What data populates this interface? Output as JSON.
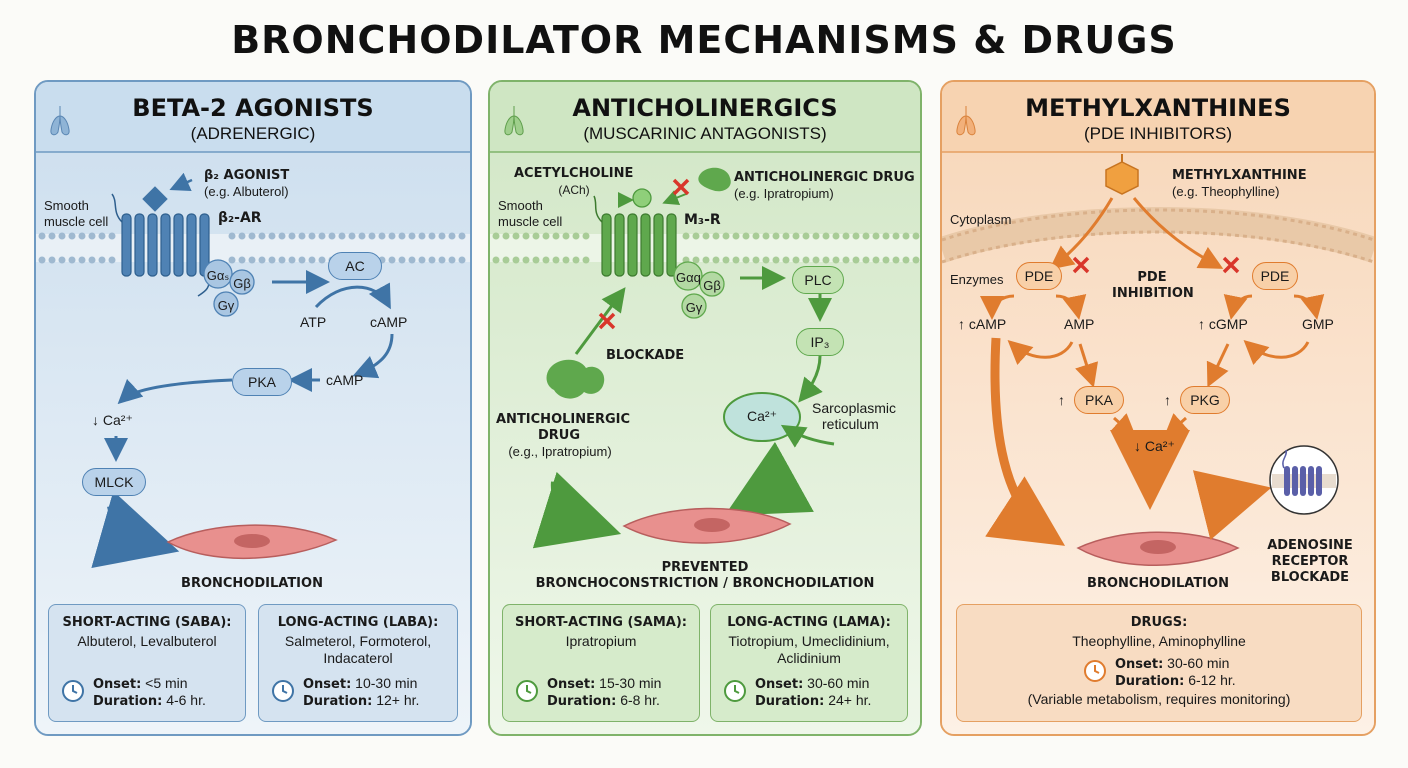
{
  "title": "BRONCHODILATOR MECHANISMS & DRUGS",
  "colors": {
    "blue": "#4a7ead",
    "green": "#5a9e4a",
    "orange": "#e08a3c",
    "red": "#d9362b"
  },
  "panels": {
    "beta": {
      "title": "BETA-2 AGONISTS",
      "subtitle": "(ADRENERGIC)",
      "agonist": "β₂ AGONIST",
      "agonist_eg": "(e.g. Albuterol)",
      "cell": [
        "Smooth",
        "muscle cell"
      ],
      "receptor": "β₂-AR",
      "g_alpha": "Gαₛ",
      "g_beta": "Gβ",
      "g_gamma": "Gγ",
      "ac": "AC",
      "atp": "ATP",
      "camp1": "cAMP",
      "camp2": "cAMP",
      "pka": "PKA",
      "ca": "↓ Ca²⁺",
      "mlck": "MLCK",
      "result": "BRONCHODILATION",
      "boxes": [
        {
          "title": "SHORT-ACTING (SABA):",
          "drugs": [
            "Albuterol, Levalbuterol"
          ],
          "onset_label": "Onset:",
          "onset": "<5 min",
          "duration_label": "Duration:",
          "duration": "4-6 hr."
        },
        {
          "title": "LONG-ACTING (LABA):",
          "drugs": [
            "Salmeterol, Formoterol,",
            "Indacaterol"
          ],
          "onset_label": "Onset:",
          "onset": "10-30 min",
          "duration_label": "Duration:",
          "duration": "12+ hr."
        }
      ]
    },
    "anti": {
      "title": "ANTICHOLINERGICS",
      "subtitle": "(MUSCARINIC ANTAGONISTS)",
      "ach": "ACETYLCHOLINE",
      "ach_abbr": "(ACh)",
      "drug_top": "ANTICHOLINERGIC DRUG",
      "drug_top_eg": "(e.g. Ipratropium)",
      "cell": [
        "Smooth",
        "muscle cell"
      ],
      "receptor": "M₃-R",
      "g_alpha": "Gαq",
      "g_beta": "Gβ",
      "g_gamma": "Gγ",
      "plc": "PLC",
      "ip3": "IP₃",
      "blockade": "BLOCKADE",
      "drug_side": [
        "ANTICHOLINERGIC",
        "DRUG"
      ],
      "drug_side_eg": "(e.g., Ipratropium)",
      "ca": "Ca²⁺",
      "sr": [
        "Sarcoplasmic",
        "reticulum"
      ],
      "result": [
        "PREVENTED",
        "BRONCHOCONSTRICTION / BRONCHODILATION"
      ],
      "boxes": [
        {
          "title": "SHORT-ACTING (SAMA):",
          "drugs": [
            "Ipratropium"
          ],
          "onset_label": "Onset:",
          "onset": "15-30 min",
          "duration_label": "Duration:",
          "duration": "6-8 hr."
        },
        {
          "title": "LONG-ACTING (LAMA):",
          "drugs": [
            "Tiotropium, Umeclidinium,",
            "Aclidinium"
          ],
          "onset_label": "Onset:",
          "onset": "30-60 min",
          "duration_label": "Duration:",
          "duration": "24+ hr."
        }
      ]
    },
    "methyl": {
      "title": "METHYLXANTHINES",
      "subtitle": "(PDE INHIBITORS)",
      "drug": "METHYLXANTHINE",
      "drug_eg": "(e.g. Theophylline)",
      "cytoplasm": "Cytoplasm",
      "enzymes": "Enzymes",
      "pde1": "PDE",
      "pde2": "PDE",
      "inhibition": [
        "PDE",
        "INHIBITION"
      ],
      "camp": "↑ cAMP",
      "amp": "AMP",
      "cgmp": "↑ cGMP",
      "gmp": "GMP",
      "pka": "PKA",
      "pkg": "PKG",
      "up": "↑",
      "ca": "↓ Ca²⁺",
      "result": "BRONCHODILATION",
      "adenosine": [
        "ADENOSINE",
        "RECEPTOR",
        "BLOCKADE"
      ],
      "box": {
        "title": "DRUGS:",
        "drugs": [
          "Theophylline, Aminophylline"
        ],
        "onset_label": "Onset:",
        "onset": "30-60 min",
        "duration_label": "Duration:",
        "duration": "6-12 hr.",
        "note": "(Variable metabolism, requires monitoring)"
      }
    }
  }
}
